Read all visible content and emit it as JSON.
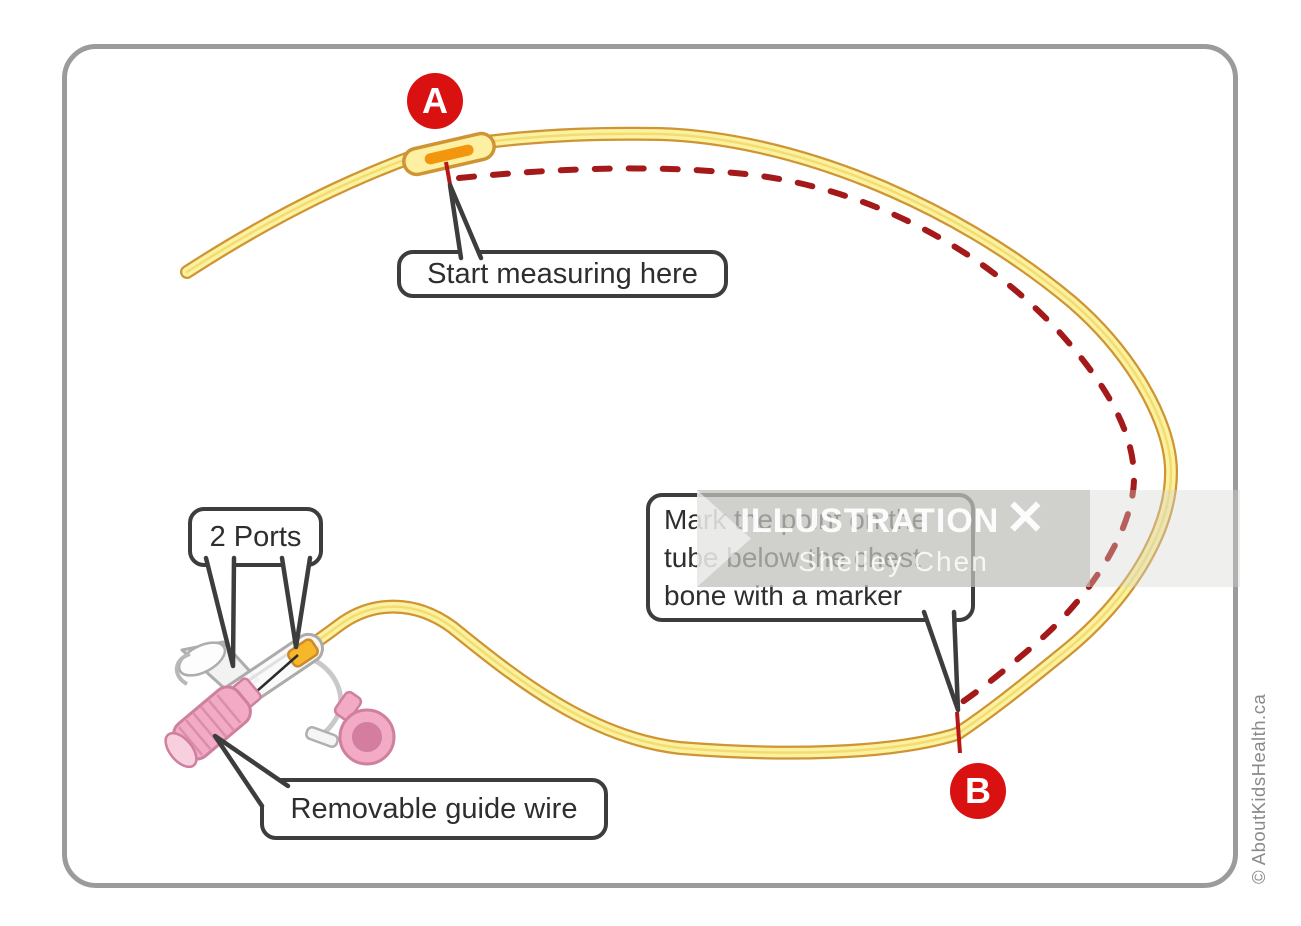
{
  "diagram": {
    "markers": {
      "a": "A",
      "b": "B"
    },
    "callouts": {
      "start_measuring": "Start measuring here",
      "two_ports": "2 Ports",
      "mark_point": "Mark the point on the\ntube below the chest\nbone with a marker",
      "removable_guide_wire": "Removable guide wire"
    },
    "watermark": {
      "brand": "ILLUSTRATION",
      "brand_mark": "✕",
      "artist": "Shelley Chen"
    },
    "credit": "© AboutKidsHealth.ca",
    "colors": {
      "tube-fill": "#fbf2a0",
      "tube-outline": "#cf9434",
      "capsule-stripe": "#f2960f",
      "dash-red": "#a41919",
      "marker-red": "#da1111",
      "bubble-border": "#3d3d3d",
      "frame-border": "#9b9b9b",
      "device-pink": "#f3aac4",
      "credit-gray": "#8a8a8a"
    }
  }
}
